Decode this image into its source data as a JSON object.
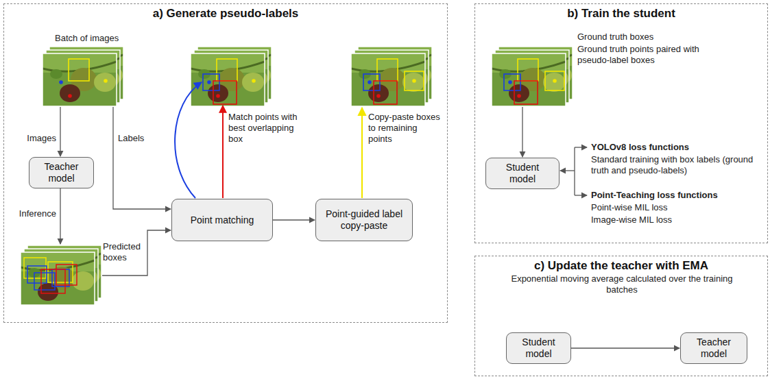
{
  "diagram": {
    "nodes": [
      {
        "text": [
          "a) Generate pseudo-labels"
        ]
      },
      {
        "text": [
          "Teacher model"
        ],
        "in": 0
      },
      {
        "text": [
          "Point matching"
        ],
        "in": 0
      },
      {
        "text": [
          "Point-guided label copy-paste"
        ],
        "in": 0
      },
      {
        "text": [
          "b) Train the student"
        ]
      },
      {
        "text": [
          "Student model"
        ],
        "in": 4
      },
      {
        "text": [
          "c) Update the teacher with EMA",
          "Exponential moving average calculated over the training batches"
        ]
      },
      {
        "text": [
          "Student model"
        ],
        "in": 6
      },
      {
        "text": [
          "Teacher model"
        ],
        "in": 6
      }
    ],
    "edges": [
      {
        "from": 2,
        "to": 3,
        "arrow": "to"
      },
      {
        "from": 7,
        "to": 8,
        "arrow": "to"
      }
    ],
    "labels": [
      "Batch of images",
      "Images",
      "Labels",
      "Inference",
      "Predicted boxes",
      "Match points with best overlapping box",
      "Copy-paste boxes to remaining points",
      "Ground truth boxes",
      "Ground truth points paired with pseudo-label boxes",
      "YOLOv8 loss functions",
      "Standard training with box labels (ground truth and pseudo-labels)",
      "Point-Teaching loss functions",
      "Point-wise MIL loss",
      "Image-wise MIL loss"
    ]
  }
}
